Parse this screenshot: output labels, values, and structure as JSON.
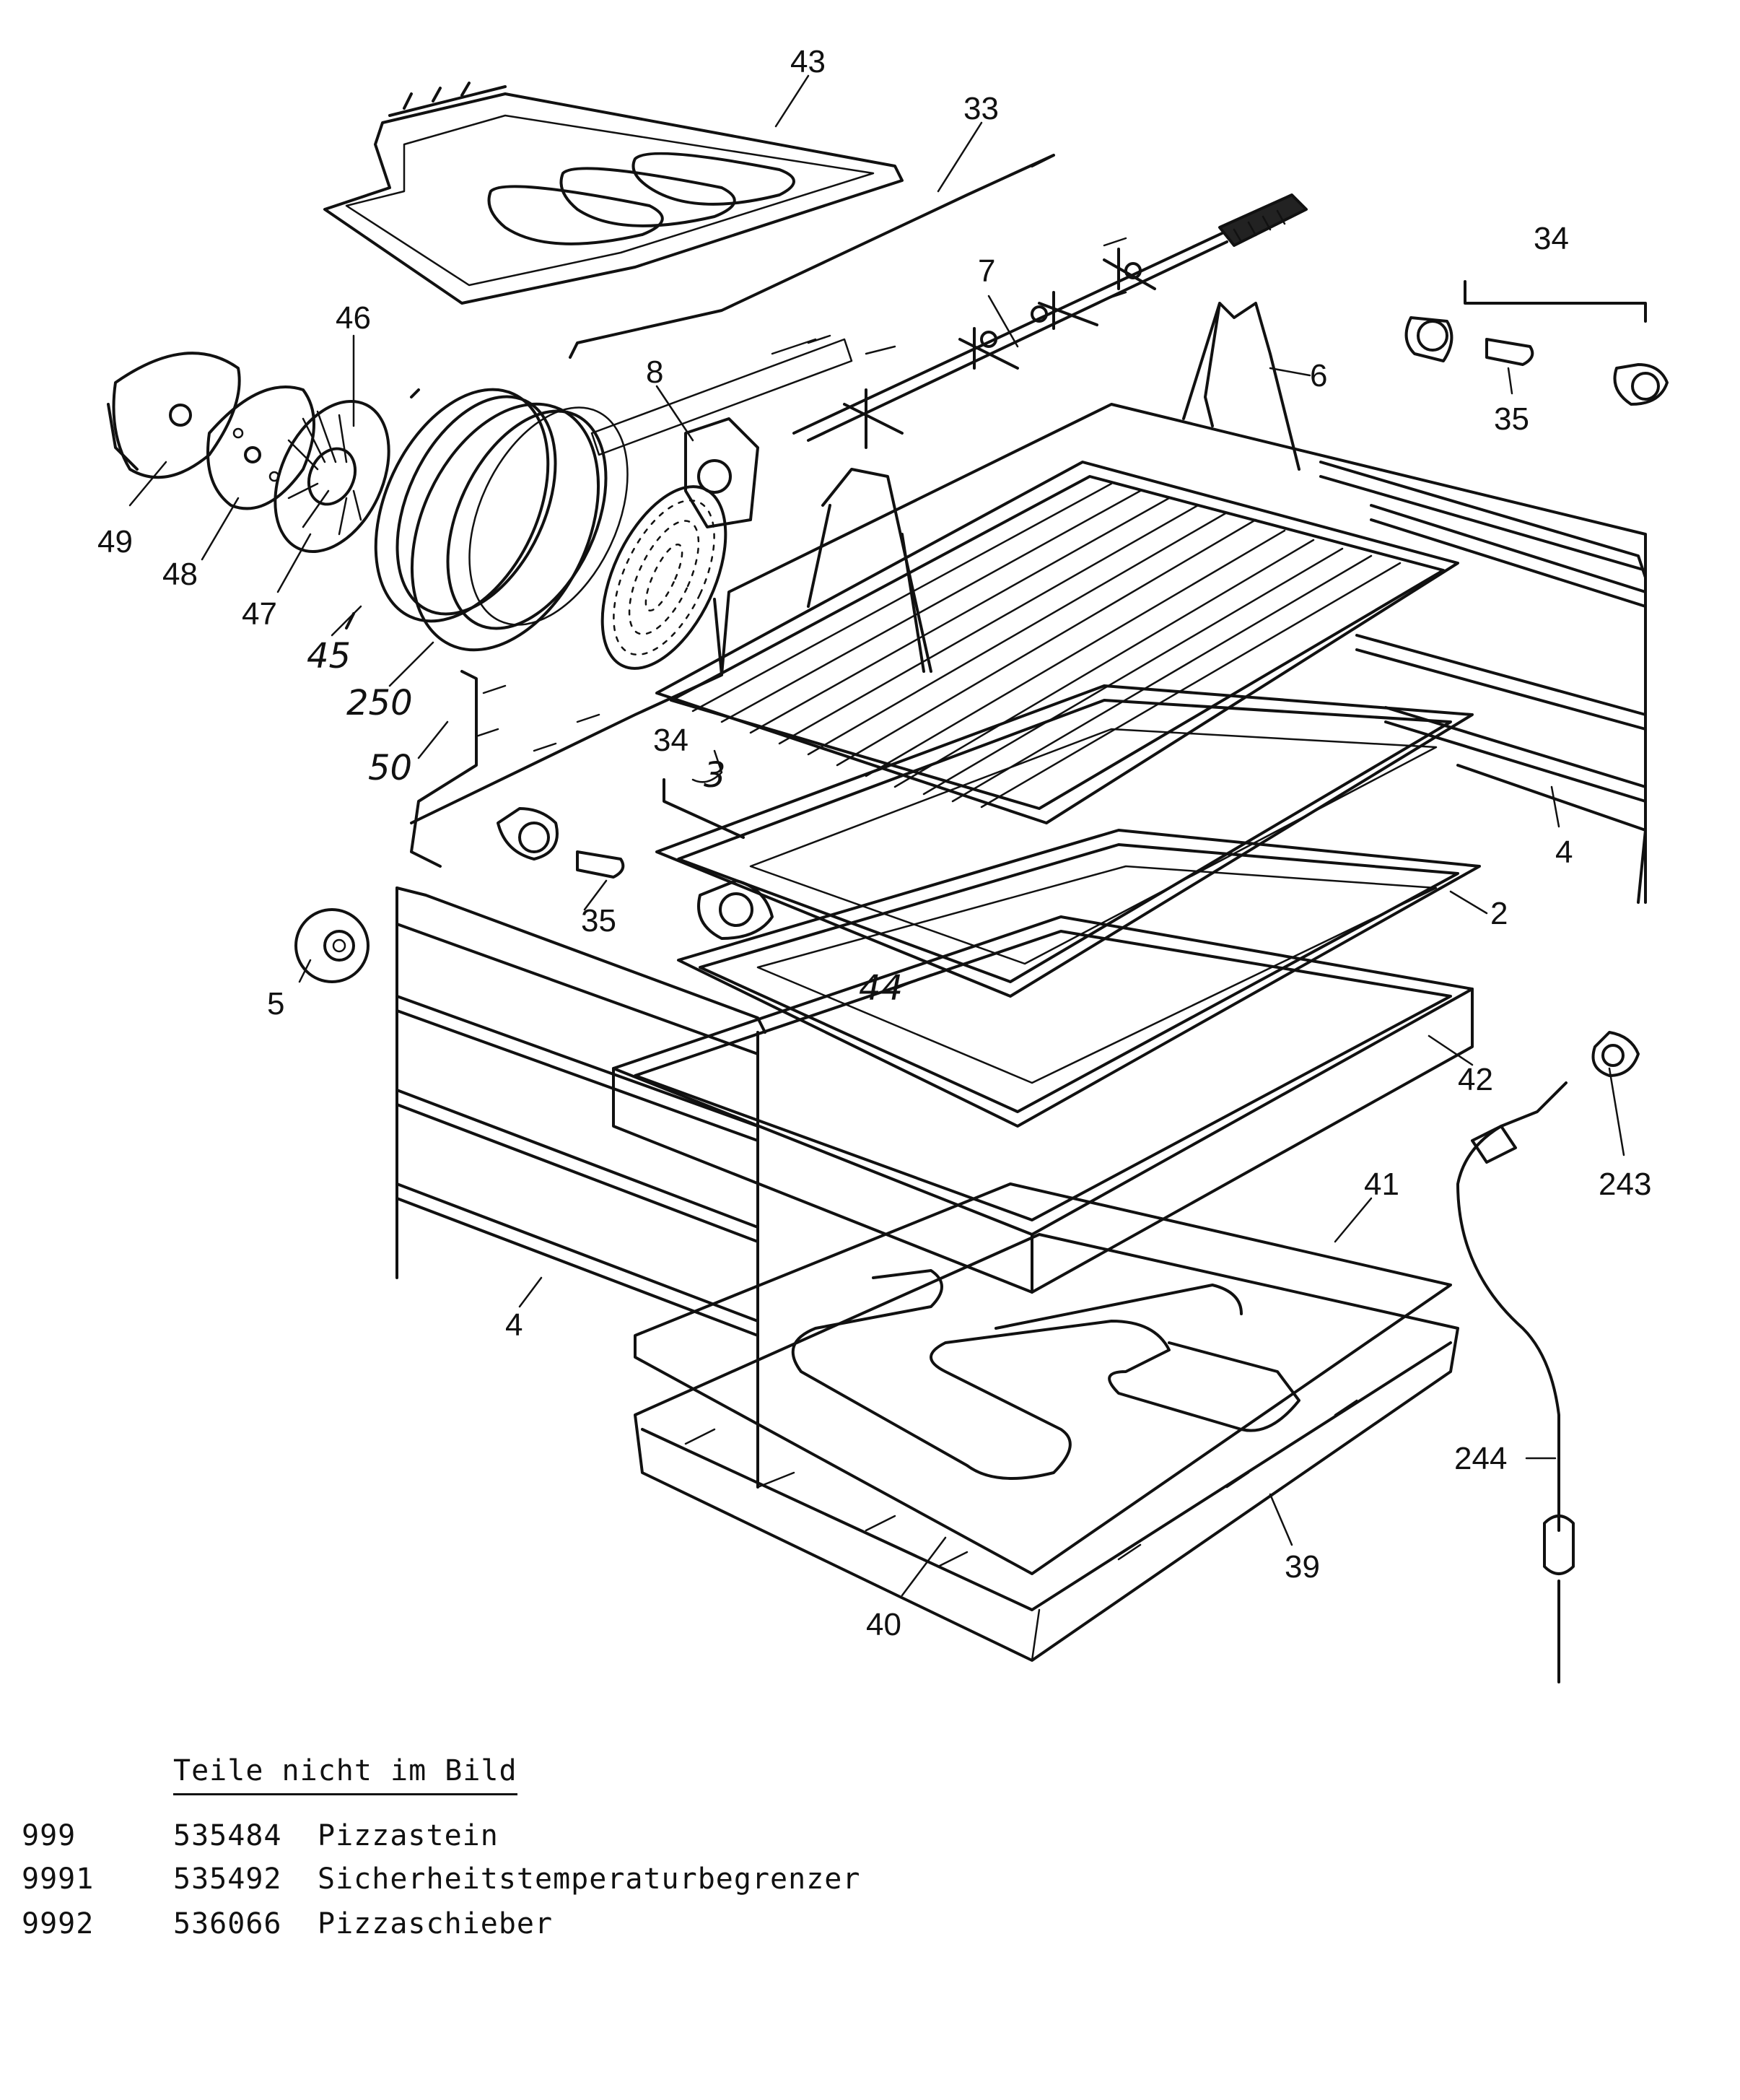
{
  "callouts": {
    "c43": "43",
    "c33": "33",
    "c34a": "34",
    "c35a": "35",
    "c46": "46",
    "c7": "7",
    "c6": "6",
    "c8": "8",
    "c49": "49",
    "c48": "48",
    "c47": "47",
    "c45": "45",
    "c250": "250",
    "c50": "50",
    "c34b": "34",
    "c3": "3",
    "c4a": "4",
    "c2": "2",
    "c35b": "35",
    "c5": "5",
    "c44": "44",
    "c42": "42",
    "c243": "243",
    "c41": "41",
    "c4b": "4",
    "c244": "244",
    "c39": "39",
    "c40": "40"
  },
  "legend": {
    "title": "Teile nicht im Bild",
    "rows": [
      {
        "pos": "999",
        "part": "535484",
        "desc": "Pizzastein"
      },
      {
        "pos": "9991",
        "part": "535492",
        "desc": "Sicherheitstemperaturbegrenzer"
      },
      {
        "pos": "9992",
        "part": "536066",
        "desc": "Pizzaschieber"
      }
    ]
  }
}
